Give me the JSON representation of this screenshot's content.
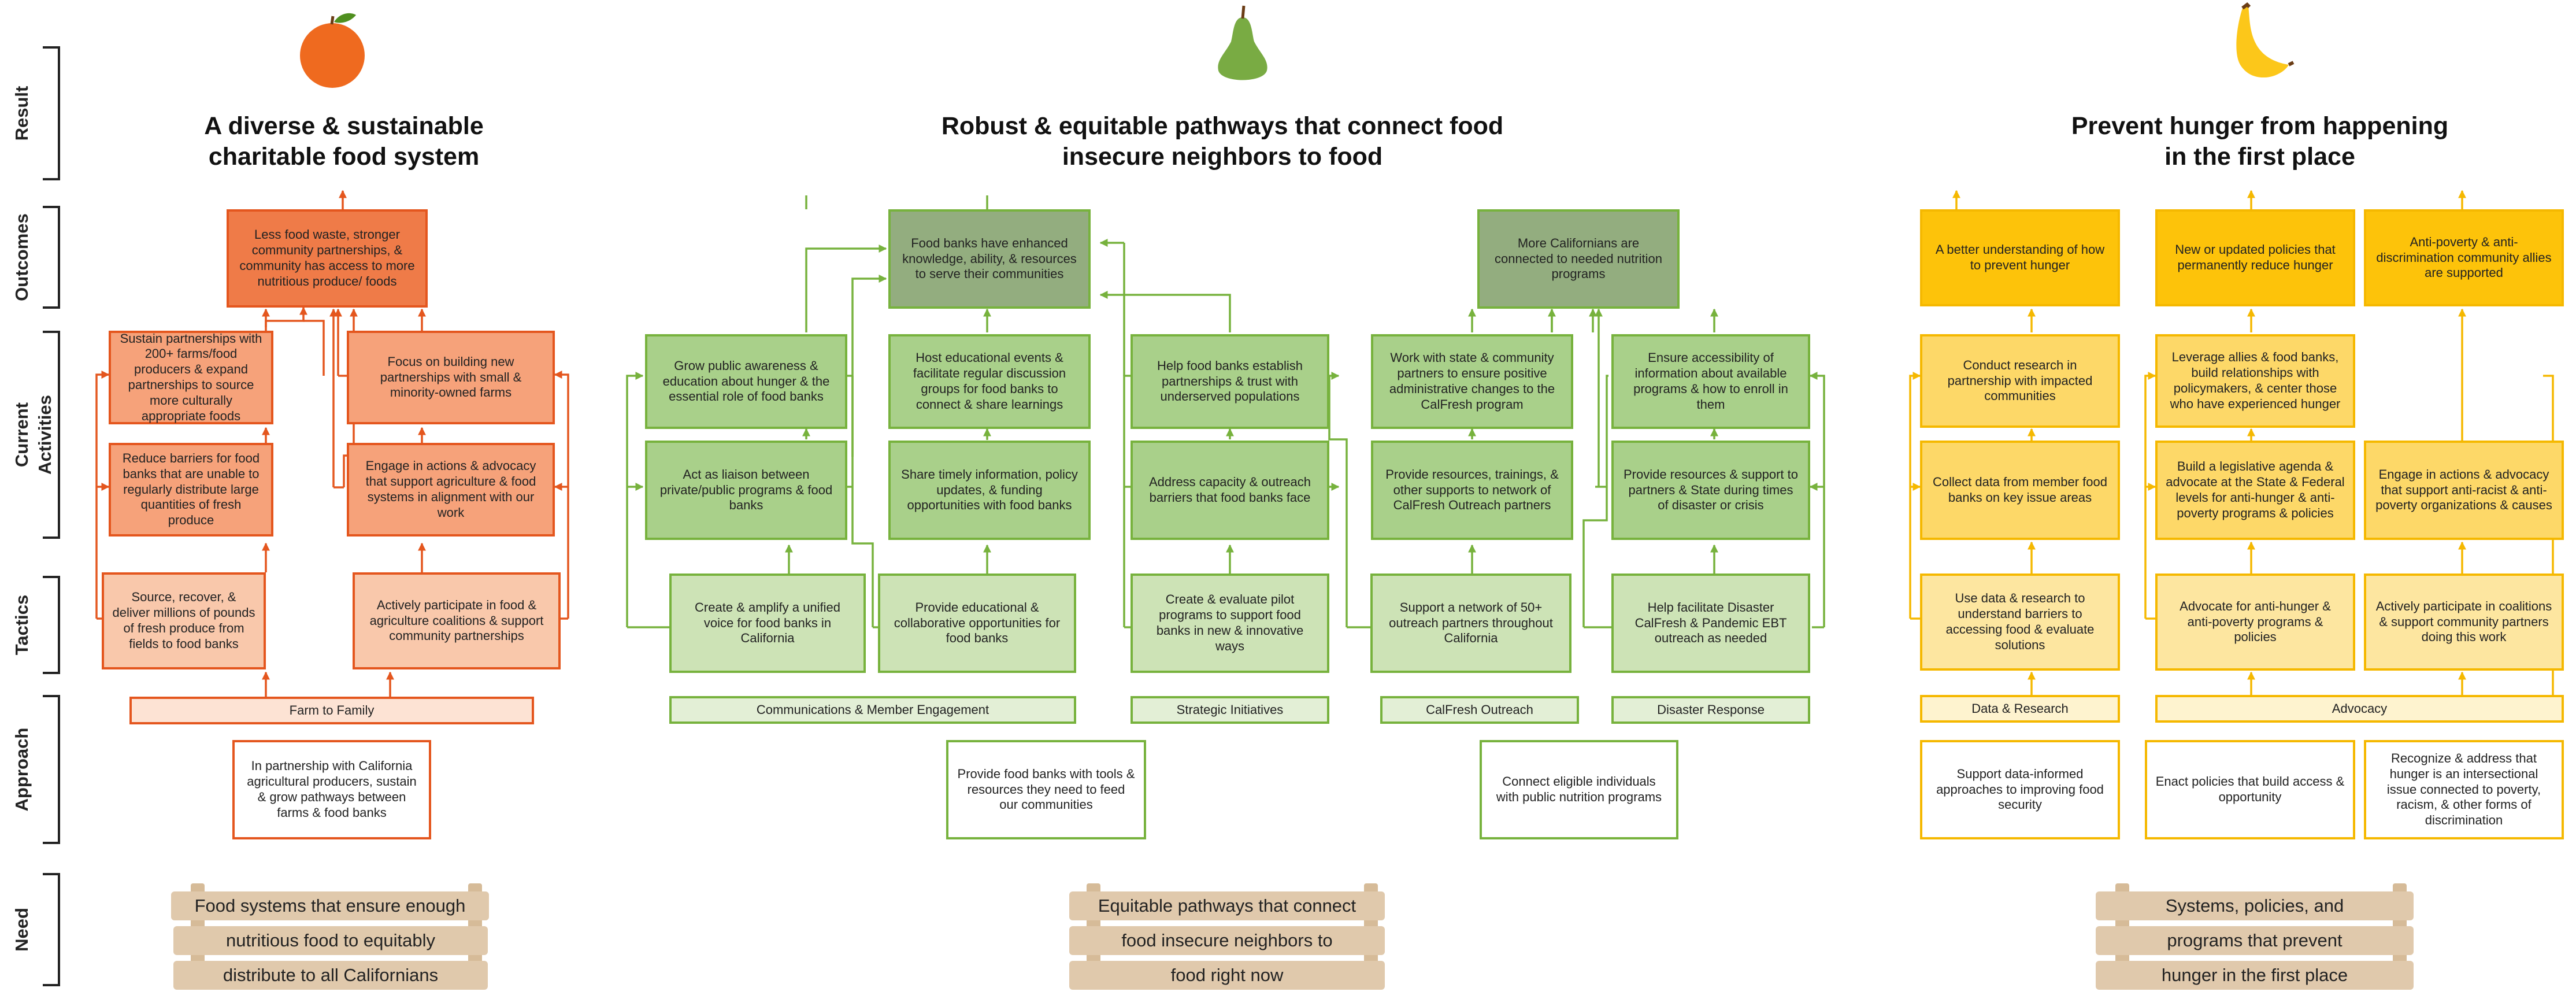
{
  "row_labels": {
    "result": "Result",
    "outcomes": "Outcomes",
    "current_activities": "Current Activities",
    "tactics": "Tactics",
    "approach": "Approach",
    "need": "Need"
  },
  "colors": {
    "orange": "#e4561e",
    "green": "#77b23d",
    "yellow": "#f5b800"
  },
  "icons": [
    "orange-fruit-icon",
    "pear-fruit-icon",
    "banana-fruit-icon"
  ],
  "sections": {
    "orange": {
      "result": "A diverse & sustainable charitable food system",
      "outcome": "Less food waste, stronger community partnerships, & community has access to more nutritious produce/ foods",
      "activities": [
        "Sustain partnerships with 200+ farms/food producers & expand partnerships to source more culturally appropriate foods",
        "Focus on building new partnerships with small & minority-owned farms",
        "Reduce barriers for food banks that are unable to regularly distribute large quantities of fresh produce",
        "Engage in actions & advocacy that support agriculture & food systems in alignment with our work"
      ],
      "tactics": [
        "Source, recover, & deliver millions of pounds of fresh produce from fields to food banks",
        "Actively participate in food & agriculture coalitions & support community partnerships"
      ],
      "approach": "Farm to Family",
      "approach_desc": "In partnership with California agricultural producers, sustain & grow pathways between farms & food banks",
      "need": [
        "Food systems that ensure enough",
        "nutritious food to equitably",
        "distribute to all Californians"
      ]
    },
    "green": {
      "result": "Robust & equitable pathways that connect food insecure neighbors to food",
      "outcomes": [
        "Food banks have enhanced knowledge, ability, & resources to serve their communities",
        "More Californians are connected to needed nutrition programs"
      ],
      "activities": [
        "Grow public awareness & education about hunger & the essential role of food banks",
        "Host educational events & facilitate regular discussion groups for food banks to connect & share learnings",
        "Help food banks establish partnerships & trust with underserved populations",
        "Work with state & community partners to ensure positive administrative changes to the CalFresh program",
        "Ensure accessibility of information about available programs & how to enroll in them",
        "Act as liaison between private/public programs & food banks",
        "Share timely information, policy updates, & funding opportunities with food banks",
        "Address capacity & outreach barriers that food banks face",
        "Provide resources, trainings, & other supports to network of CalFresh Outreach partners",
        "Provide resources & support to partners & State during times of disaster or crisis"
      ],
      "tactics": [
        "Create & amplify a unified voice for food banks in California",
        "Provide educational & collaborative opportunities for food banks",
        "Create & evaluate pilot programs to support food banks in new & innovative ways",
        "Support a network of 50+ outreach partners throughout California",
        "Help facilitate Disaster CalFresh & Pandemic EBT outreach as needed"
      ],
      "approaches": [
        "Communications & Member Engagement",
        "Strategic Initiatives",
        "CalFresh Outreach",
        "Disaster Response"
      ],
      "approach_descs": [
        "Provide food banks with tools & resources they need to feed our communities",
        "Connect eligible individuals with public nutrition programs"
      ],
      "need": [
        "Equitable pathways that connect",
        "food insecure neighbors to",
        "food right now"
      ]
    },
    "yellow": {
      "result": "Prevent hunger from happening in the first place",
      "outcomes": [
        "A better understanding of how to prevent hunger",
        "New or updated policies that permanently reduce hunger",
        "Anti-poverty & anti-discrimination community allies are supported"
      ],
      "activities": [
        "Conduct research in partnership with impacted communities",
        "Leverage allies & food banks, build relationships with policymakers, & center those who have experienced hunger",
        "Collect data from member food banks on key issue areas",
        "Build a legislative agenda & advocate at the State & Federal levels for anti-hunger & anti-poverty programs & policies",
        "Engage in actions & advocacy that support anti-racist & anti-poverty organizations & causes"
      ],
      "tactics": [
        "Use data & research to understand barriers to accessing food & evaluate solutions",
        "Advocate for anti-hunger & anti-poverty programs & policies",
        "Actively participate in coalitions & support community partners doing this work"
      ],
      "approaches": [
        "Data & Research",
        "Advocacy"
      ],
      "approach_descs": [
        "Support data-informed approaches to improving food security",
        "Enact policies that build access & opportunity",
        "Recognize & address that hunger is an intersectional issue connected to poverty, racism, & other forms of discrimination"
      ],
      "need": [
        "Systems, policies, and",
        "programs that prevent",
        "hunger in the first place"
      ]
    }
  }
}
